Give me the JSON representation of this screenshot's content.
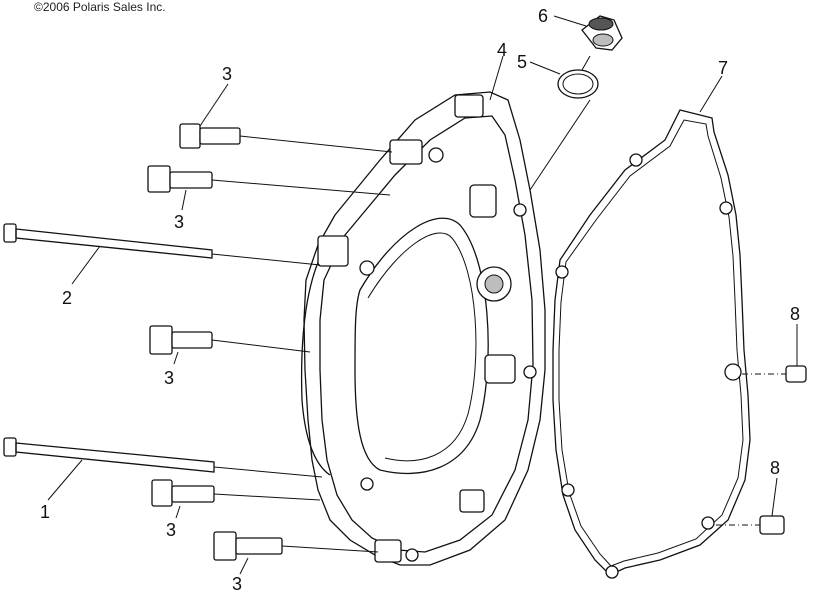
{
  "copyright": "©2006 Polaris Sales Inc.",
  "callouts": [
    {
      "id": "callout-1",
      "label": "1"
    },
    {
      "id": "callout-2",
      "label": "2"
    },
    {
      "id": "callout-3a",
      "label": "3"
    },
    {
      "id": "callout-3b",
      "label": "3"
    },
    {
      "id": "callout-3c",
      "label": "3"
    },
    {
      "id": "callout-3d",
      "label": "3"
    },
    {
      "id": "callout-3e",
      "label": "3"
    },
    {
      "id": "callout-4",
      "label": "4"
    },
    {
      "id": "callout-5",
      "label": "5"
    },
    {
      "id": "callout-6",
      "label": "6"
    },
    {
      "id": "callout-7",
      "label": "7"
    },
    {
      "id": "callout-8a",
      "label": "8"
    },
    {
      "id": "callout-8b",
      "label": "8"
    }
  ]
}
